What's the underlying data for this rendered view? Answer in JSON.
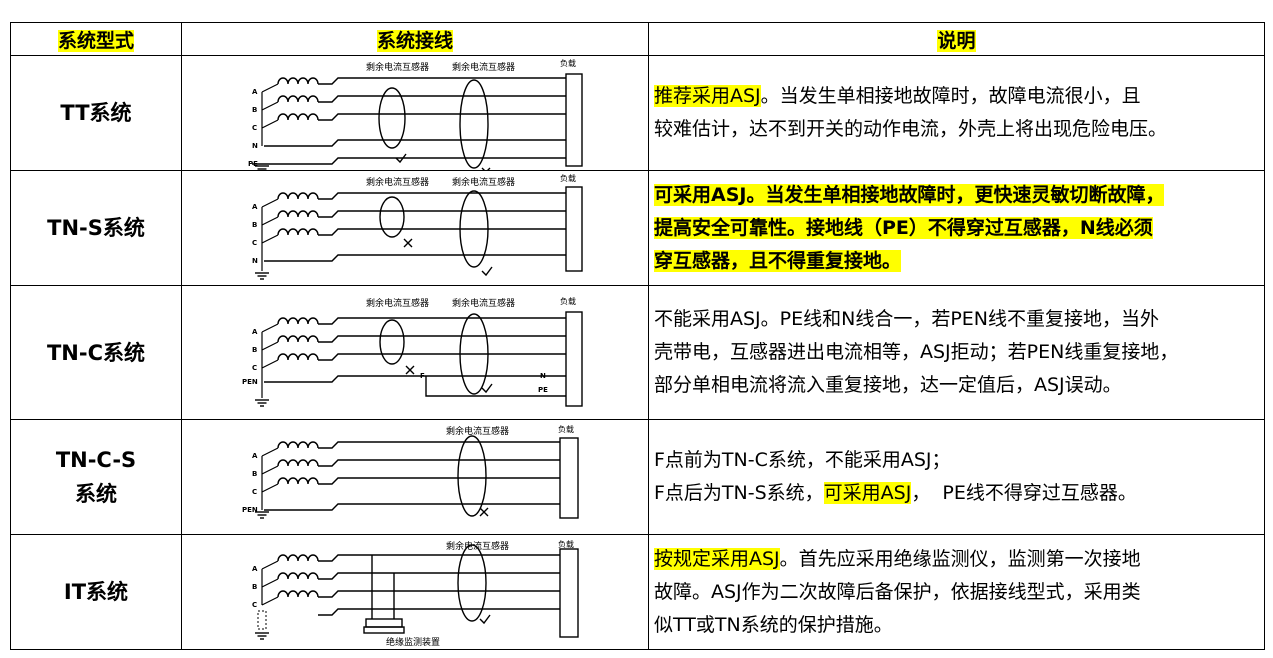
{
  "headers": {
    "system_type": "系统型式",
    "wiring": "系统接线",
    "notes": "说明"
  },
  "diagram_labels": {
    "rcd": "剩余电流互感器",
    "load": "负载",
    "imd": "绝缘监测装置",
    "a": "A",
    "b": "B",
    "c": "C",
    "n": "N",
    "pe": "PE",
    "pen": "PEN",
    "f": "F"
  },
  "rows": [
    {
      "system": "TT系统",
      "lines": [
        [
          {
            "t": "推荐采用ASJ",
            "hl": true
          },
          {
            "t": "。当发生单相接地故障时，故障电流很小，且"
          }
        ],
        [
          {
            "t": "较难估计，达不到开关的动作电流，外壳上将出现危险电压。"
          }
        ]
      ]
    },
    {
      "system": "TN-S系统",
      "bold": true,
      "lines": [
        [
          {
            "t": "可采用ASJ。当发生单相接地故障时，更快速灵敏切断故障，",
            "hl": true
          }
        ],
        [
          {
            "t": "提高安全可靠性。接地线（PE）不得穿过互感器，N线必须",
            "hl": true
          }
        ],
        [
          {
            "t": "穿互感器，且不得重复接地。",
            "hl": true
          }
        ]
      ]
    },
    {
      "system": "TN-C系统",
      "lines": [
        [
          {
            "t": "不能采用ASJ。PE线和N线合一，若PEN线不重复接地，当外"
          }
        ],
        [
          {
            "t": "壳带电，互感器进出电流相等，ASJ拒动；若PEN线重复接地，"
          }
        ],
        [
          {
            "t": "部分单相电流将流入重复接地，达一定值后，ASJ误动。"
          }
        ]
      ]
    },
    {
      "system_lines": [
        "TN-C-S",
        "系统"
      ],
      "lines": [
        [
          {
            "t": "F点前为TN-C系统，不能采用ASJ；"
          }
        ],
        [
          {
            "t": "F点后为TN-S系统，"
          },
          {
            "t": "可采用ASJ",
            "hl": true
          },
          {
            "t": "，  PE线不得穿过互感器。"
          }
        ]
      ]
    },
    {
      "system": "IT系统",
      "lines": [
        [
          {
            "t": "按规定采用ASJ",
            "hl": true
          },
          {
            "t": "。首先应采用绝缘监测仪，监测第一次接地"
          }
        ],
        [
          {
            "t": "故障。ASJ作为二次故障后备保护，依据接线型式，采用类"
          }
        ],
        [
          {
            "t": "似TT或TN系统的保护措施。"
          }
        ]
      ]
    }
  ]
}
